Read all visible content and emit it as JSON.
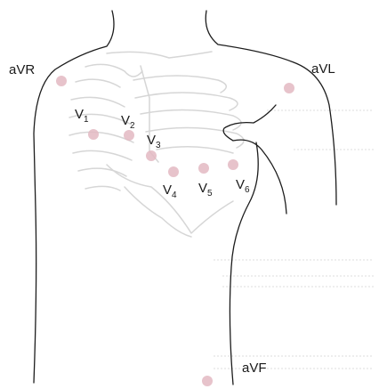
{
  "diagram": {
    "electrode_color": "#e3b8c2",
    "electrodes": [
      {
        "id": "aVR",
        "label": "aVR"
      },
      {
        "id": "aVL",
        "label": "aVL"
      },
      {
        "id": "aVF",
        "label": "aVF"
      },
      {
        "id": "V1",
        "label": "V",
        "sub": "1"
      },
      {
        "id": "V2",
        "label": "V",
        "sub": "2"
      },
      {
        "id": "V3",
        "label": "V",
        "sub": "3"
      },
      {
        "id": "V4",
        "label": "V",
        "sub": "4"
      },
      {
        "id": "V5",
        "label": "V",
        "sub": "5"
      },
      {
        "id": "V6",
        "label": "V",
        "sub": "6"
      }
    ]
  }
}
